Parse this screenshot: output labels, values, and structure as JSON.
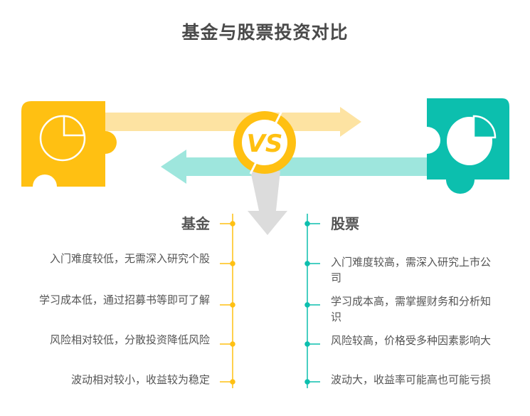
{
  "title": "基金与股票投资对比",
  "vs_label": "VS",
  "colors": {
    "fund": "#FFC012",
    "stock": "#0CBFAE",
    "fund_arrow": "#FDE3A2",
    "stock_arrow": "#9EE6DD",
    "down_arrow": "#DCDCDC"
  },
  "fund": {
    "heading": "基金",
    "items": [
      "入门难度较低，无需深入研究个股",
      "学习成本低，通过招募书等即可了解",
      "风险相对较低，分散投资降低风险",
      "波动相对较小，收益较为稳定"
    ]
  },
  "stock": {
    "heading": "股票",
    "items": [
      "入门难度较高，需深入研究上市公司",
      "学习成本高，需掌握财务和分析知识",
      "风险较高，价格受多种因素影响大",
      "波动大，收益率可能高也可能亏损"
    ]
  }
}
